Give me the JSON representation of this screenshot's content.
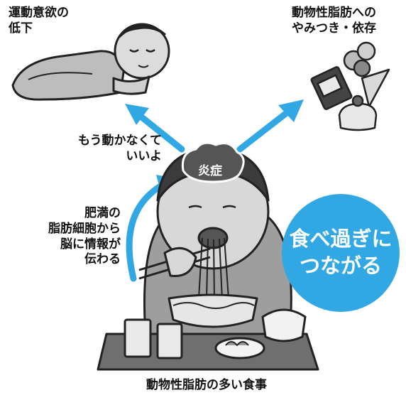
{
  "labels": {
    "reduced_motivation": "運動意欲の\n低下",
    "animal_fat_addiction": "動物性脂肪への\nやみつき・依存",
    "stop_moving": "もう動かなくて\nいいよ",
    "fat_cell_signal": "肥満の\n脂肪細胞から\n脳に情報が\n伝わる",
    "inflammation": "炎症",
    "overeating": "食べ過ぎに\nつながる",
    "fatty_diet": "動物性脂肪の多い食事"
  },
  "colors": {
    "accent": "#31a8e3",
    "bubble": "#31a8e3",
    "ink": "#222222"
  }
}
